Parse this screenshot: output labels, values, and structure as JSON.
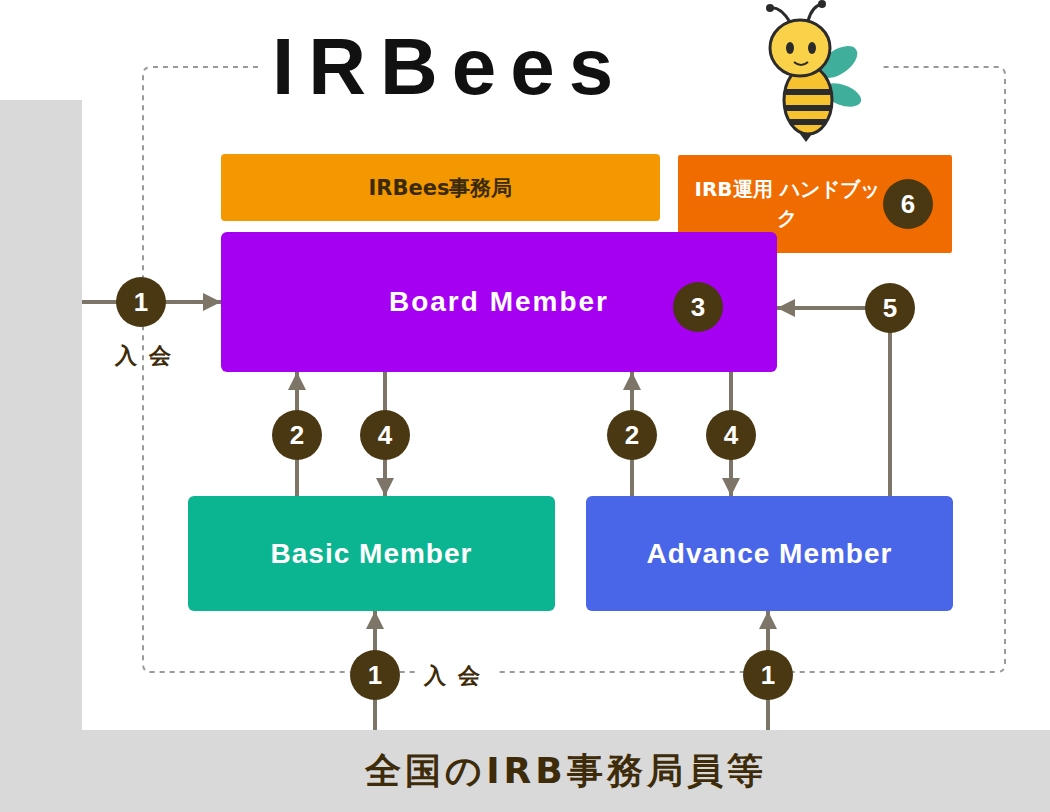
{
  "diagram": {
    "nodes": [
      {
        "text": [
          "IRBees"
        ]
      },
      {
        "text": [
          "IRBees事務局"
        ],
        "in": 0
      },
      {
        "text": [
          "IRB運用 ハンドブック",
          "6"
        ],
        "in": 0
      },
      {
        "text": [
          "Board Member",
          "3"
        ],
        "in": 0
      },
      {
        "text": [
          "Basic Member"
        ],
        "in": 0
      },
      {
        "text": [
          "Advance Member"
        ],
        "in": 0
      },
      {
        "text": [
          "全国のIRB事務局員等"
        ]
      }
    ],
    "edges": [
      {
        "from": 6,
        "to": 3,
        "label": "1",
        "arrow": "to"
      },
      {
        "from": 6,
        "to": 4,
        "label": "1",
        "arrow": "to"
      },
      {
        "from": 6,
        "to": 5,
        "label": "1",
        "arrow": "to"
      },
      {
        "from": 4,
        "to": 3,
        "label": "2",
        "arrow": "to"
      },
      {
        "from": 3,
        "to": 4,
        "label": "4",
        "arrow": "to"
      },
      {
        "from": 5,
        "to": 3,
        "label": "2",
        "arrow": "to"
      },
      {
        "from": 3,
        "to": 5,
        "label": "4",
        "arrow": "to"
      },
      {
        "from": 5,
        "to": 3,
        "label": "5",
        "arrow": "to"
      }
    ],
    "labels": [
      "入会",
      "入会"
    ]
  }
}
